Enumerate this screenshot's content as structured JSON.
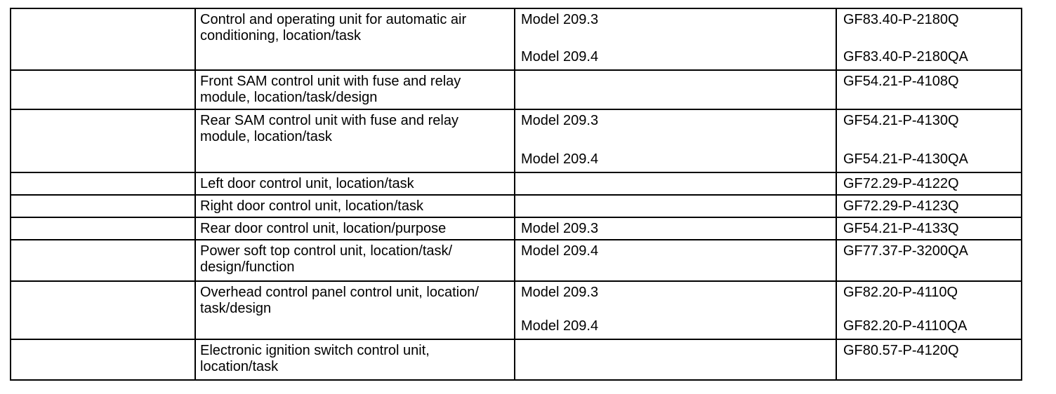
{
  "colors": {
    "text": "#000000",
    "border": "#000000",
    "background": "#ffffff"
  },
  "table": {
    "rows": [
      {
        "description": "Control and operating unit for automatic air\nconditioning, location/task",
        "entries": [
          {
            "model": "Model 209.3",
            "code": "GF83.40-P-2180Q"
          },
          {
            "model": "Model 209.4",
            "code": "GF83.40-P-2180QA"
          }
        ]
      },
      {
        "description": "Front SAM control unit with fuse and relay\nmodule, location/task/design",
        "entries": [
          {
            "model": "",
            "code": "GF54.21-P-4108Q"
          }
        ]
      },
      {
        "description": "Rear SAM control unit with fuse and relay\nmodule, location/task",
        "entries": [
          {
            "model": "Model 209.3",
            "code": "GF54.21-P-4130Q"
          },
          {
            "model": "Model 209.4",
            "code": "GF54.21-P-4130QA"
          }
        ]
      },
      {
        "description": "Left door control unit, location/task",
        "entries": [
          {
            "model": "",
            "code": "GF72.29-P-4122Q"
          }
        ]
      },
      {
        "description": "Right door control unit, location/task",
        "entries": [
          {
            "model": "",
            "code": "GF72.29-P-4123Q"
          }
        ]
      },
      {
        "description": "Rear door control unit, location/purpose",
        "entries": [
          {
            "model": "Model 209.3",
            "code": "GF54.21-P-4133Q"
          }
        ]
      },
      {
        "description": "Power soft top control unit, location/task/\ndesign/function",
        "entries": [
          {
            "model": "Model 209.4",
            "code": "GF77.37-P-3200QA"
          }
        ]
      },
      {
        "description": "Overhead control panel control unit, location/\ntask/design",
        "entries": [
          {
            "model": "Model 209.3",
            "code": "GF82.20-P-4110Q"
          },
          {
            "model": "Model 209.4",
            "code": "GF82.20-P-4110QA"
          }
        ]
      },
      {
        "description": "Electronic ignition switch control unit,\nlocation/task",
        "entries": [
          {
            "model": "",
            "code": "GF80.57-P-4120Q"
          }
        ]
      }
    ]
  }
}
